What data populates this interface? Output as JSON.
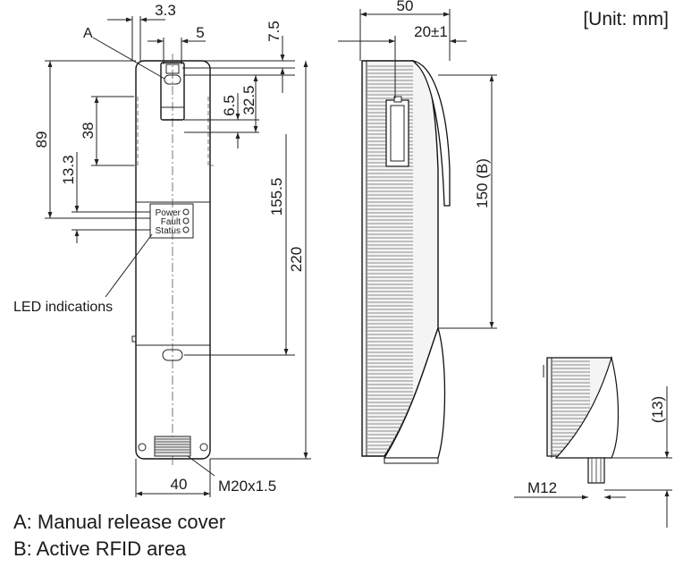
{
  "unit_note": "[Unit: mm]",
  "legend": {
    "a": "A: Manual release cover",
    "b": "B: Active RFID area"
  },
  "labels": {
    "marker_a": "A",
    "led_indications": "LED indications",
    "led_power": "Power",
    "led_fault": "Fault",
    "led_status": "Status"
  },
  "dimensions": {
    "front_offset_top": "3.3",
    "front_cover_width": "5",
    "front_cover_height": "7.5",
    "front_cover_length": "32.5",
    "front_cover_gap": "6.5",
    "front_led_window": "89",
    "front_cover_region": "38",
    "front_led_spacing": "13.3",
    "front_mount_height": "155.5",
    "front_total_height": "220",
    "front_width": "40",
    "connector_thread": "M20x1.5",
    "side_depth": "50",
    "side_rfid_depth": "20±1",
    "side_rfid_area": "150 (B)",
    "detail_connector": "M12",
    "detail_length": "(13)"
  }
}
